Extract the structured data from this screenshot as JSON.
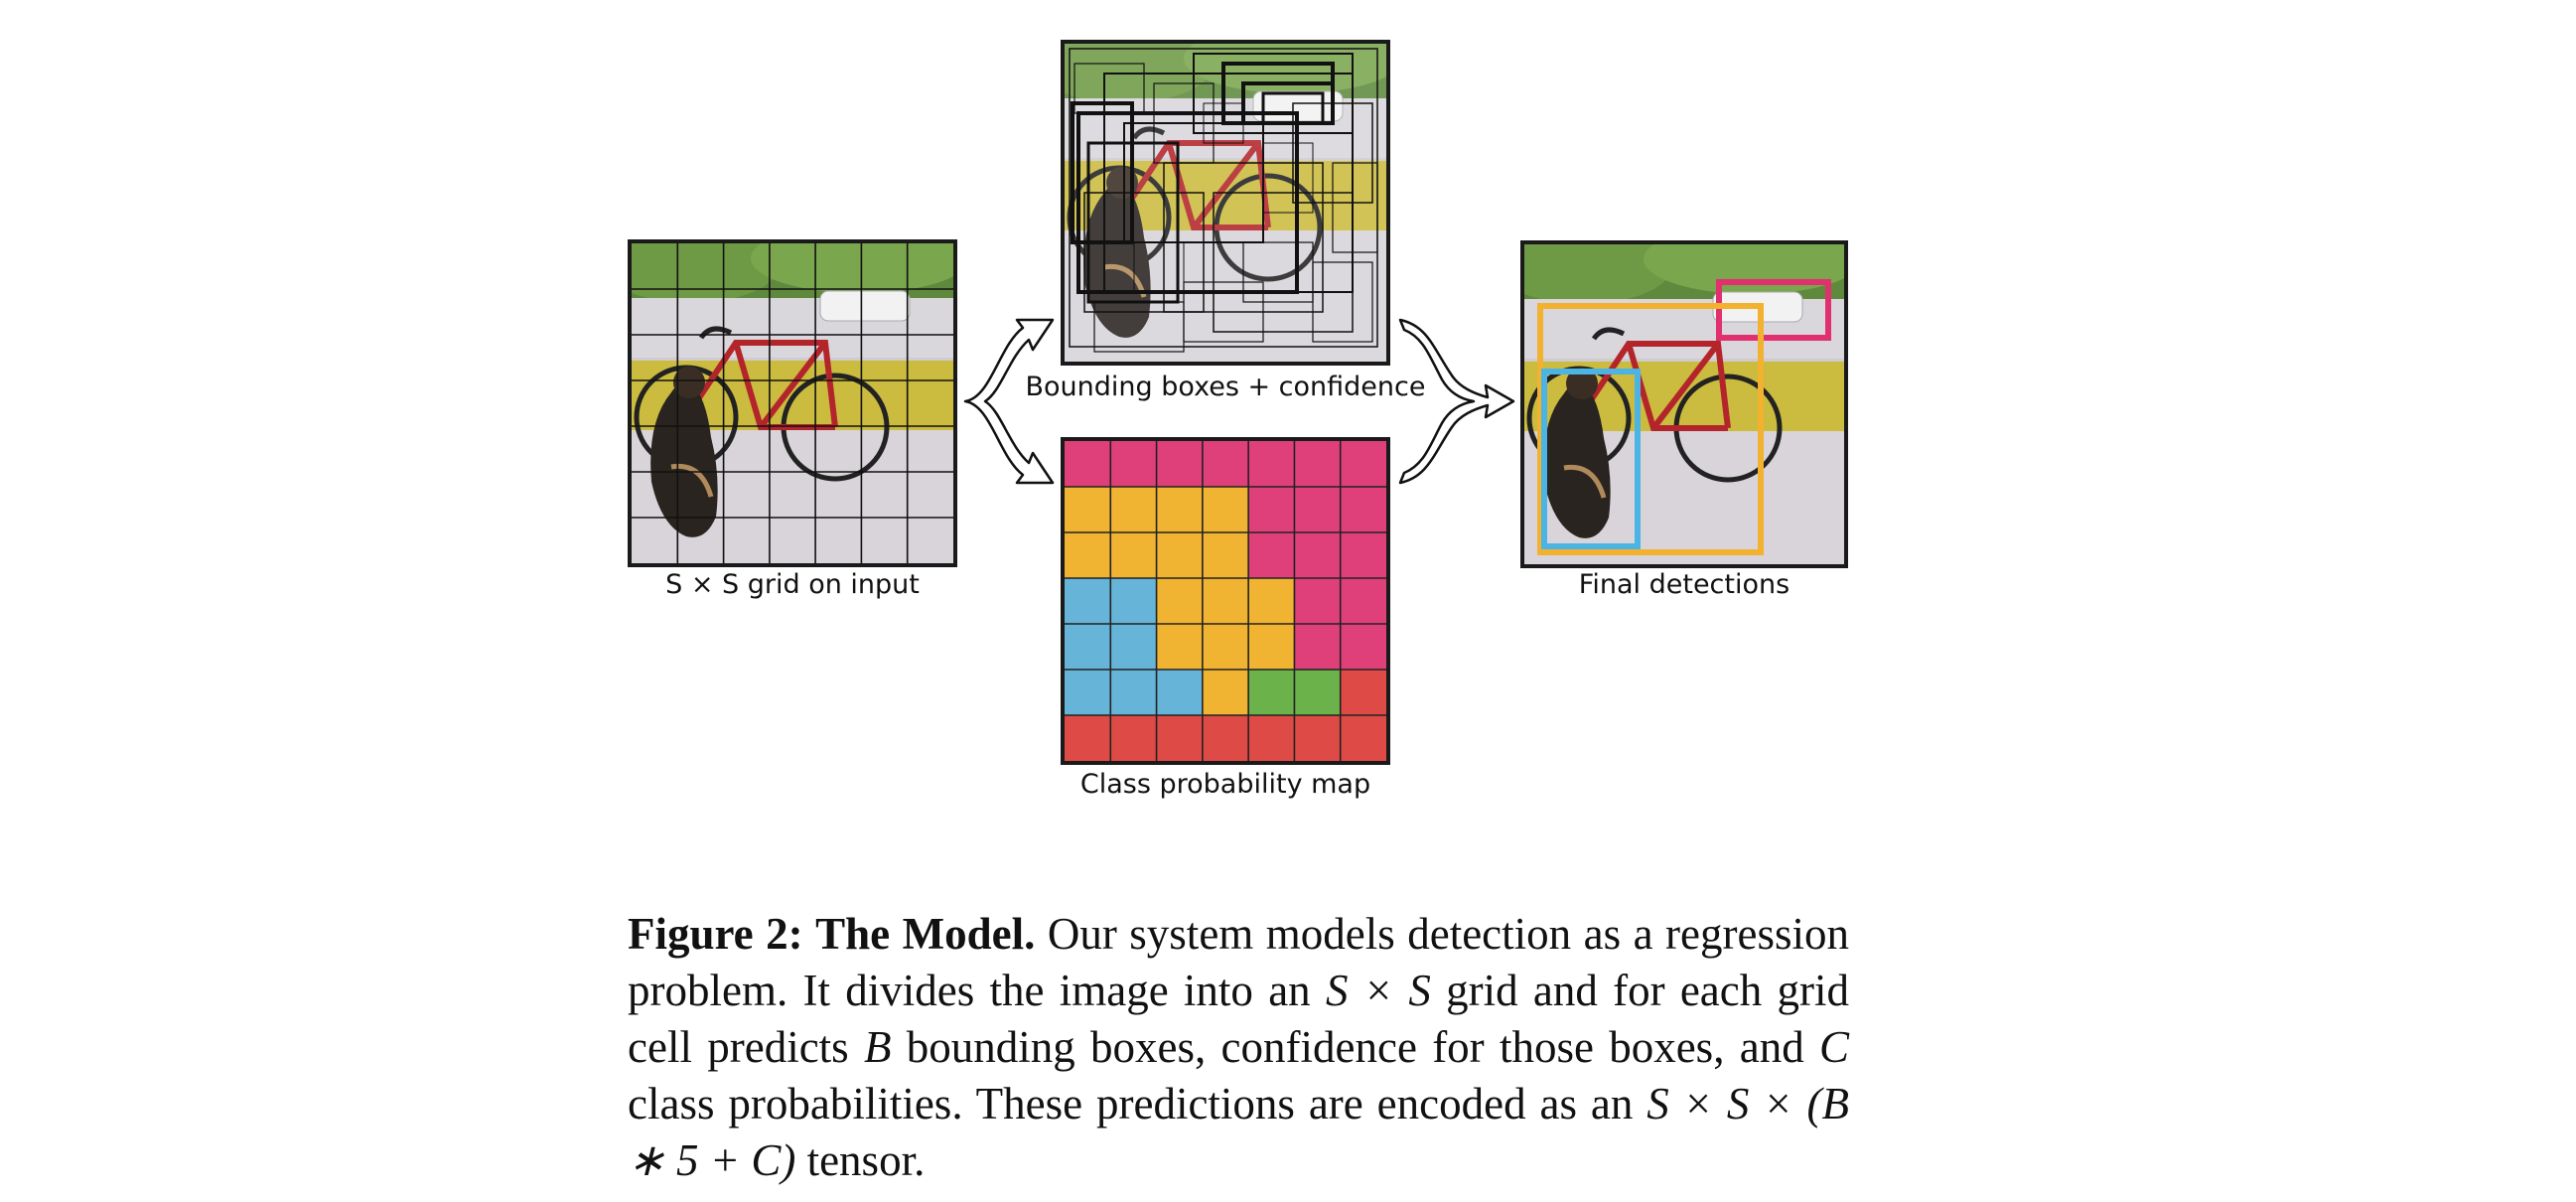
{
  "panels": {
    "input_label": "S × S grid on input",
    "boxes_label": "Bounding boxes + confidence",
    "classmap_label": "Class probability map",
    "final_label": "Final detections"
  },
  "class_colors": {
    "pink": "#e0407a",
    "yellow": "#f0b432",
    "blue": "#66b4d8",
    "green": "#6cb24a",
    "red": "#de4a46"
  },
  "detection_colors": {
    "car": "#e0306e",
    "bicycle": "#f2b12f",
    "dog": "#4bb4e4"
  },
  "caption": {
    "figure_number": "Figure 2:",
    "figure_title": "The Model.",
    "text_1": " Our system models detection as a regres­sion problem. It divides the image into an ",
    "math_1": "S × S",
    "text_2": " grid and for each grid cell predicts ",
    "math_2": "B",
    "text_3": " bounding boxes, confidence for those boxes, and ",
    "math_3": "C",
    "text_4": " class probabilities.  These predictions are encoded as an ",
    "math_4": "S × S × (B ∗ 5 + C)",
    "text_5": " tensor."
  }
}
